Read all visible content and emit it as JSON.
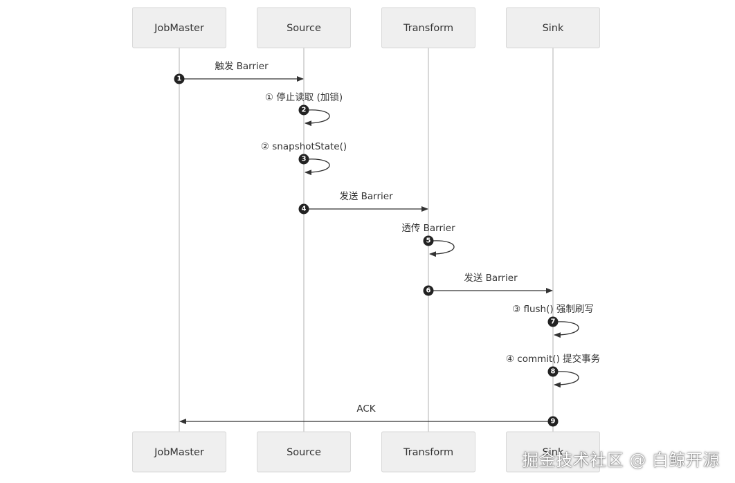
{
  "participants": [
    "JobMaster",
    "Source",
    "Transform",
    "Sink"
  ],
  "messages": [
    {
      "num": "1",
      "from": 0,
      "to": 1,
      "label": "触发 Barrier"
    },
    {
      "num": "2",
      "from": 1,
      "to": 1,
      "label": "① 停止读取 (加锁)"
    },
    {
      "num": "3",
      "from": 1,
      "to": 1,
      "label": "② snapshotState()"
    },
    {
      "num": "4",
      "from": 1,
      "to": 2,
      "label": "发送 Barrier"
    },
    {
      "num": "5",
      "from": 2,
      "to": 2,
      "label": "透传 Barrier"
    },
    {
      "num": "6",
      "from": 2,
      "to": 3,
      "label": "发送 Barrier"
    },
    {
      "num": "7",
      "from": 3,
      "to": 3,
      "label": "③ flush() 强制刷写"
    },
    {
      "num": "8",
      "from": 3,
      "to": 3,
      "label": "④ commit() 提交事务"
    },
    {
      "num": "9",
      "from": 3,
      "to": 0,
      "label": "ACK"
    }
  ],
  "watermark": "掘金技术社区 @ 白鲸开源"
}
